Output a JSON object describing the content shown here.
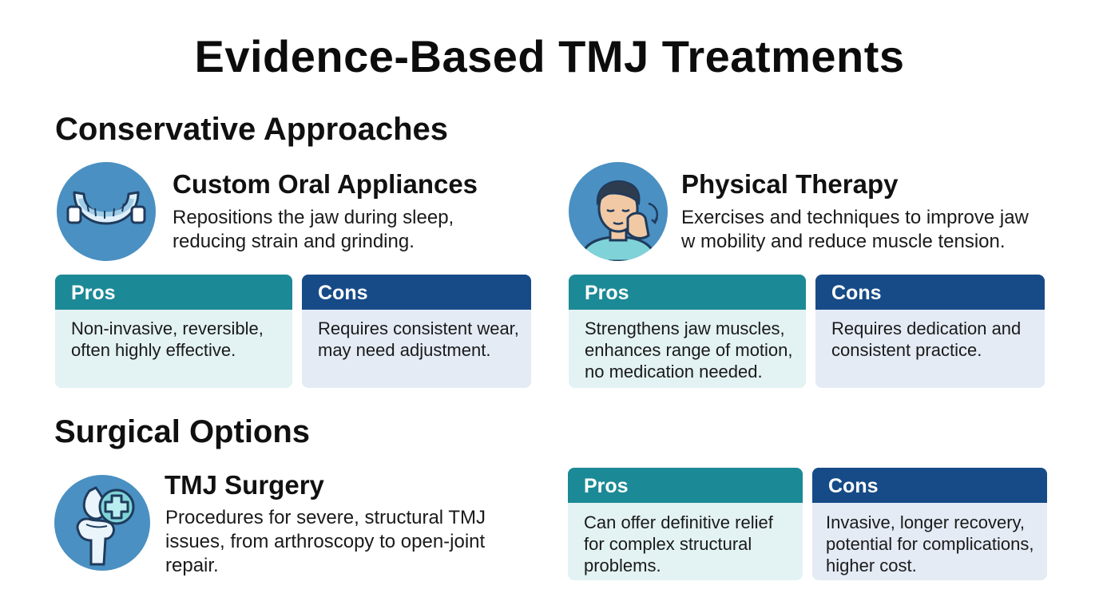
{
  "title": "Evidence-Based TMJ Treatments",
  "colors": {
    "pros_header": "#1b8a96",
    "cons_header": "#174b87",
    "pros_body": "#e3f2f2",
    "cons_body": "#e4ebf5",
    "icon_circle": "#4a90c2"
  },
  "sections": {
    "conservative": {
      "heading": "Conservative Approaches",
      "appliances": {
        "icon": "oral-appliance-icon",
        "name": "Custom Oral Appliances",
        "desc": [
          "Repositions the jaw during sleep,",
          "reducing strain and grinding."
        ],
        "pros": {
          "label": "Pros",
          "lines": [
            "Non-invasive, reversible,",
            "often highly effective."
          ]
        },
        "cons": {
          "label": "Cons",
          "lines": [
            "Requires consistent wear,",
            "may need adjustment."
          ]
        }
      },
      "physical_therapy": {
        "icon": "jaw-massage-person-icon",
        "name": "Physical Therapy",
        "desc": [
          "Exercises and techniques to improve jaw",
          "w mobility and reduce muscle tension."
        ],
        "pros": {
          "label": "Pros",
          "lines": [
            "Strengthens jaw muscles,",
            "enhances range of motion,",
            "no medication needed."
          ]
        },
        "cons": {
          "label": "Cons",
          "lines": [
            "Requires dedication and",
            "consistent practice."
          ]
        }
      }
    },
    "surgical": {
      "heading": "Surgical Options",
      "surgery": {
        "icon": "joint-medical-cross-icon",
        "name": "TMJ Surgery",
        "desc": [
          "Procedures for severe, structural TMJ",
          "issues, from arthroscopy to open-joint",
          "repair."
        ],
        "pros": {
          "label": "Pros",
          "lines": [
            "Can offer definitive relief",
            "for complex structural",
            "problems."
          ]
        },
        "cons": {
          "label": "Cons",
          "lines": [
            "Invasive, longer recovery,",
            "potential for complications,",
            "higher cost."
          ]
        }
      }
    }
  }
}
